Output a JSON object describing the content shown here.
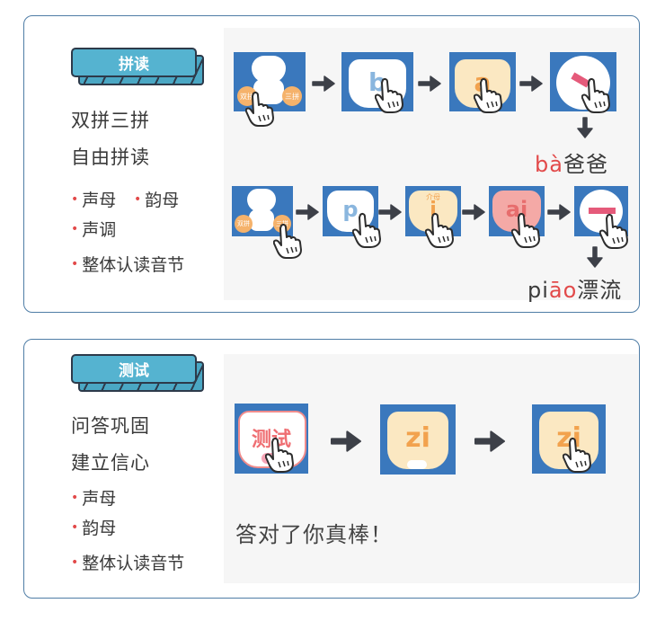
{
  "colors": {
    "accent_blue": "#3a78bd",
    "badge_teal": "#55b3d0",
    "card_border": "#4f7da6",
    "bullet_red": "#e24a4a",
    "tile_cream": "#fbe8c2",
    "tile_pink": "#f4a9a6"
  },
  "section_spelling": {
    "badge": "拼读",
    "lines": [
      "双拼三拼",
      "自由拼读"
    ],
    "bullets": [
      "声母",
      "韵母",
      "声调",
      "整体认读音节"
    ],
    "row1": {
      "tiles": [
        {
          "type": "cat-character",
          "labels": [
            "双拼",
            "三拼"
          ]
        },
        {
          "type": "letter-card",
          "letter": "b",
          "card_color": "white"
        },
        {
          "type": "letter-card",
          "letter": "a",
          "card_color": "cream"
        },
        {
          "type": "tone-card",
          "tone": "falling"
        }
      ],
      "result_pinyin_red": "bà",
      "result_hanzi": "爸爸"
    },
    "row2": {
      "tiles": [
        {
          "type": "cat-character",
          "labels": [
            "双拼",
            "三拼"
          ]
        },
        {
          "type": "letter-card",
          "letter": "p",
          "card_color": "white"
        },
        {
          "type": "letter-card",
          "letter": "i",
          "card_color": "cream",
          "tag": "介母"
        },
        {
          "type": "letter-card",
          "letter": "ai",
          "card_color": "pink"
        },
        {
          "type": "tone-card",
          "tone": "level"
        }
      ],
      "result_pinyin_plain": "pi",
      "result_pinyin_red": "āo",
      "result_hanzi": "漂流"
    }
  },
  "section_test": {
    "badge": "测试",
    "lines": [
      "问答巩固",
      "建立信心"
    ],
    "bullets": [
      "声母",
      "韵母",
      "整体认读音节"
    ],
    "tiles": [
      {
        "type": "test-card",
        "label": "测试"
      },
      {
        "type": "letter-card",
        "letter": "zi",
        "card_color": "cream"
      },
      {
        "type": "letter-card",
        "letter": "zi",
        "card_color": "cream"
      }
    ],
    "praise": "答对了你真棒！"
  }
}
